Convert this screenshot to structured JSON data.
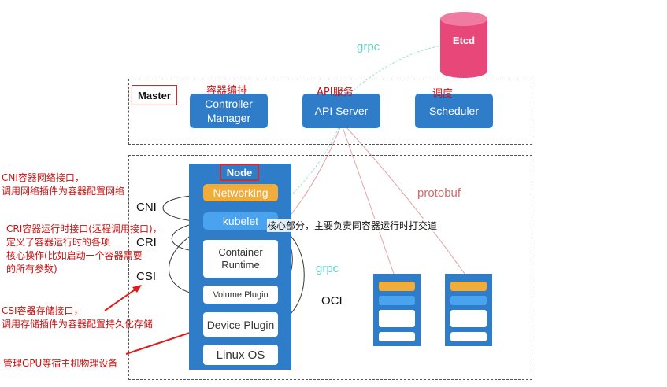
{
  "etcd": {
    "label": "Etcd"
  },
  "links": {
    "grpc_top": "grpc",
    "grpc_node": "grpc",
    "protobuf": "protobuf"
  },
  "master": {
    "title": "Master",
    "controller_manager": {
      "line1": "Controller",
      "line2": "Manager",
      "note": "容器编排"
    },
    "api_server": {
      "label": "API Server",
      "note": "API服务"
    },
    "scheduler": {
      "label": "Scheduler",
      "note": "调度"
    }
  },
  "node": {
    "title": "Node",
    "networking": "Networking",
    "kubelet": "kubelet",
    "container_runtime": {
      "line1": "Container",
      "line2": "Runtime"
    },
    "volume_plugin": "Volume Plugin",
    "device_plugin": "Device Plugin",
    "linux_os": "Linux OS"
  },
  "interfaces": {
    "cni": "CNI",
    "cri": "CRI",
    "csi": "CSI",
    "oci": "OCI"
  },
  "notes": {
    "cni_line1": "CNI容器网络接口，",
    "cni_line2": "调用网络插件为容器配置网络",
    "cri_line1": "CRI容器运行时接口(远程调用接口)，",
    "cri_line2": "定义了容器运行时的各项",
    "cri_line3": "核心操作(比如启动一个容器需要",
    "cri_line4": "的所有参数)",
    "csi_line1": "CSI容器存储接口，",
    "csi_line2": "调用存储插件为容器配置持久化存储",
    "gpu": "管理GPU等宿主机物理设备",
    "kubelet": "核心部分，主要负责同容器运行时打交道"
  },
  "colors": {
    "blue": "#2f7dc8",
    "orange": "#f0ad3c",
    "light_blue": "#4aa3ef",
    "etcd_pink": "#e8477a",
    "note_red": "#cc1111",
    "grpc_teal": "#5fd6c4",
    "protobuf_red": "#d06b6b"
  }
}
